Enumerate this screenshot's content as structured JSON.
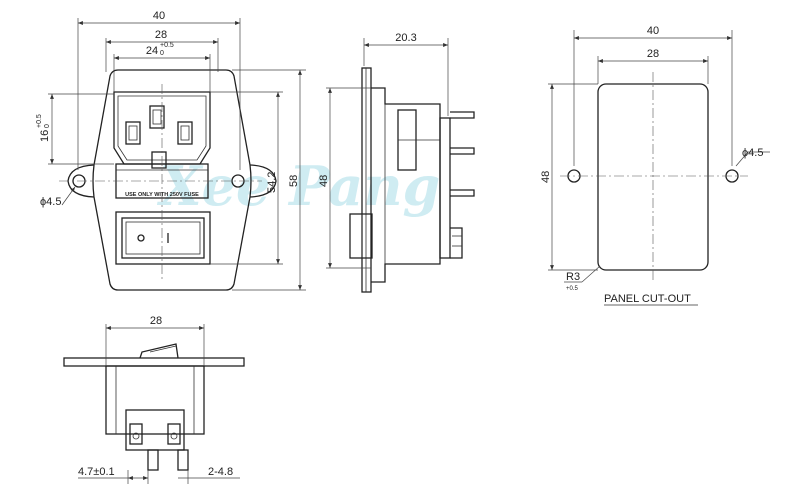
{
  "watermark": "Xee Pang",
  "front_view": {
    "dims": {
      "top_width": "40",
      "mid_width": "28",
      "inner_width_base": "24",
      "inner_width_tol_sup": "+0.5",
      "inner_width_tol_sub": "0",
      "height_outer": "58",
      "height_inner": "54.2",
      "socket_height_base": "16",
      "socket_height_tol_sup": "+0.5",
      "socket_height_tol_sub": "0",
      "hole_dia": "ϕ4.5"
    },
    "fuse_label": "USE ONLY WITH 250V FUSE"
  },
  "side_view": {
    "dims": {
      "depth": "20.3",
      "height": "48"
    }
  },
  "bottom_view": {
    "dims": {
      "width": "28",
      "pin_width": "4.7±0.1",
      "pin_thickness": "2-4.8"
    }
  },
  "panel_cutout": {
    "dims": {
      "outer_width": "40",
      "inner_width": "28",
      "height": "48",
      "hole_dia": "ϕ4.5",
      "corner_radius": "R3",
      "corner_radius_tol": "+0.5"
    },
    "title": "PANEL CUT-OUT"
  }
}
